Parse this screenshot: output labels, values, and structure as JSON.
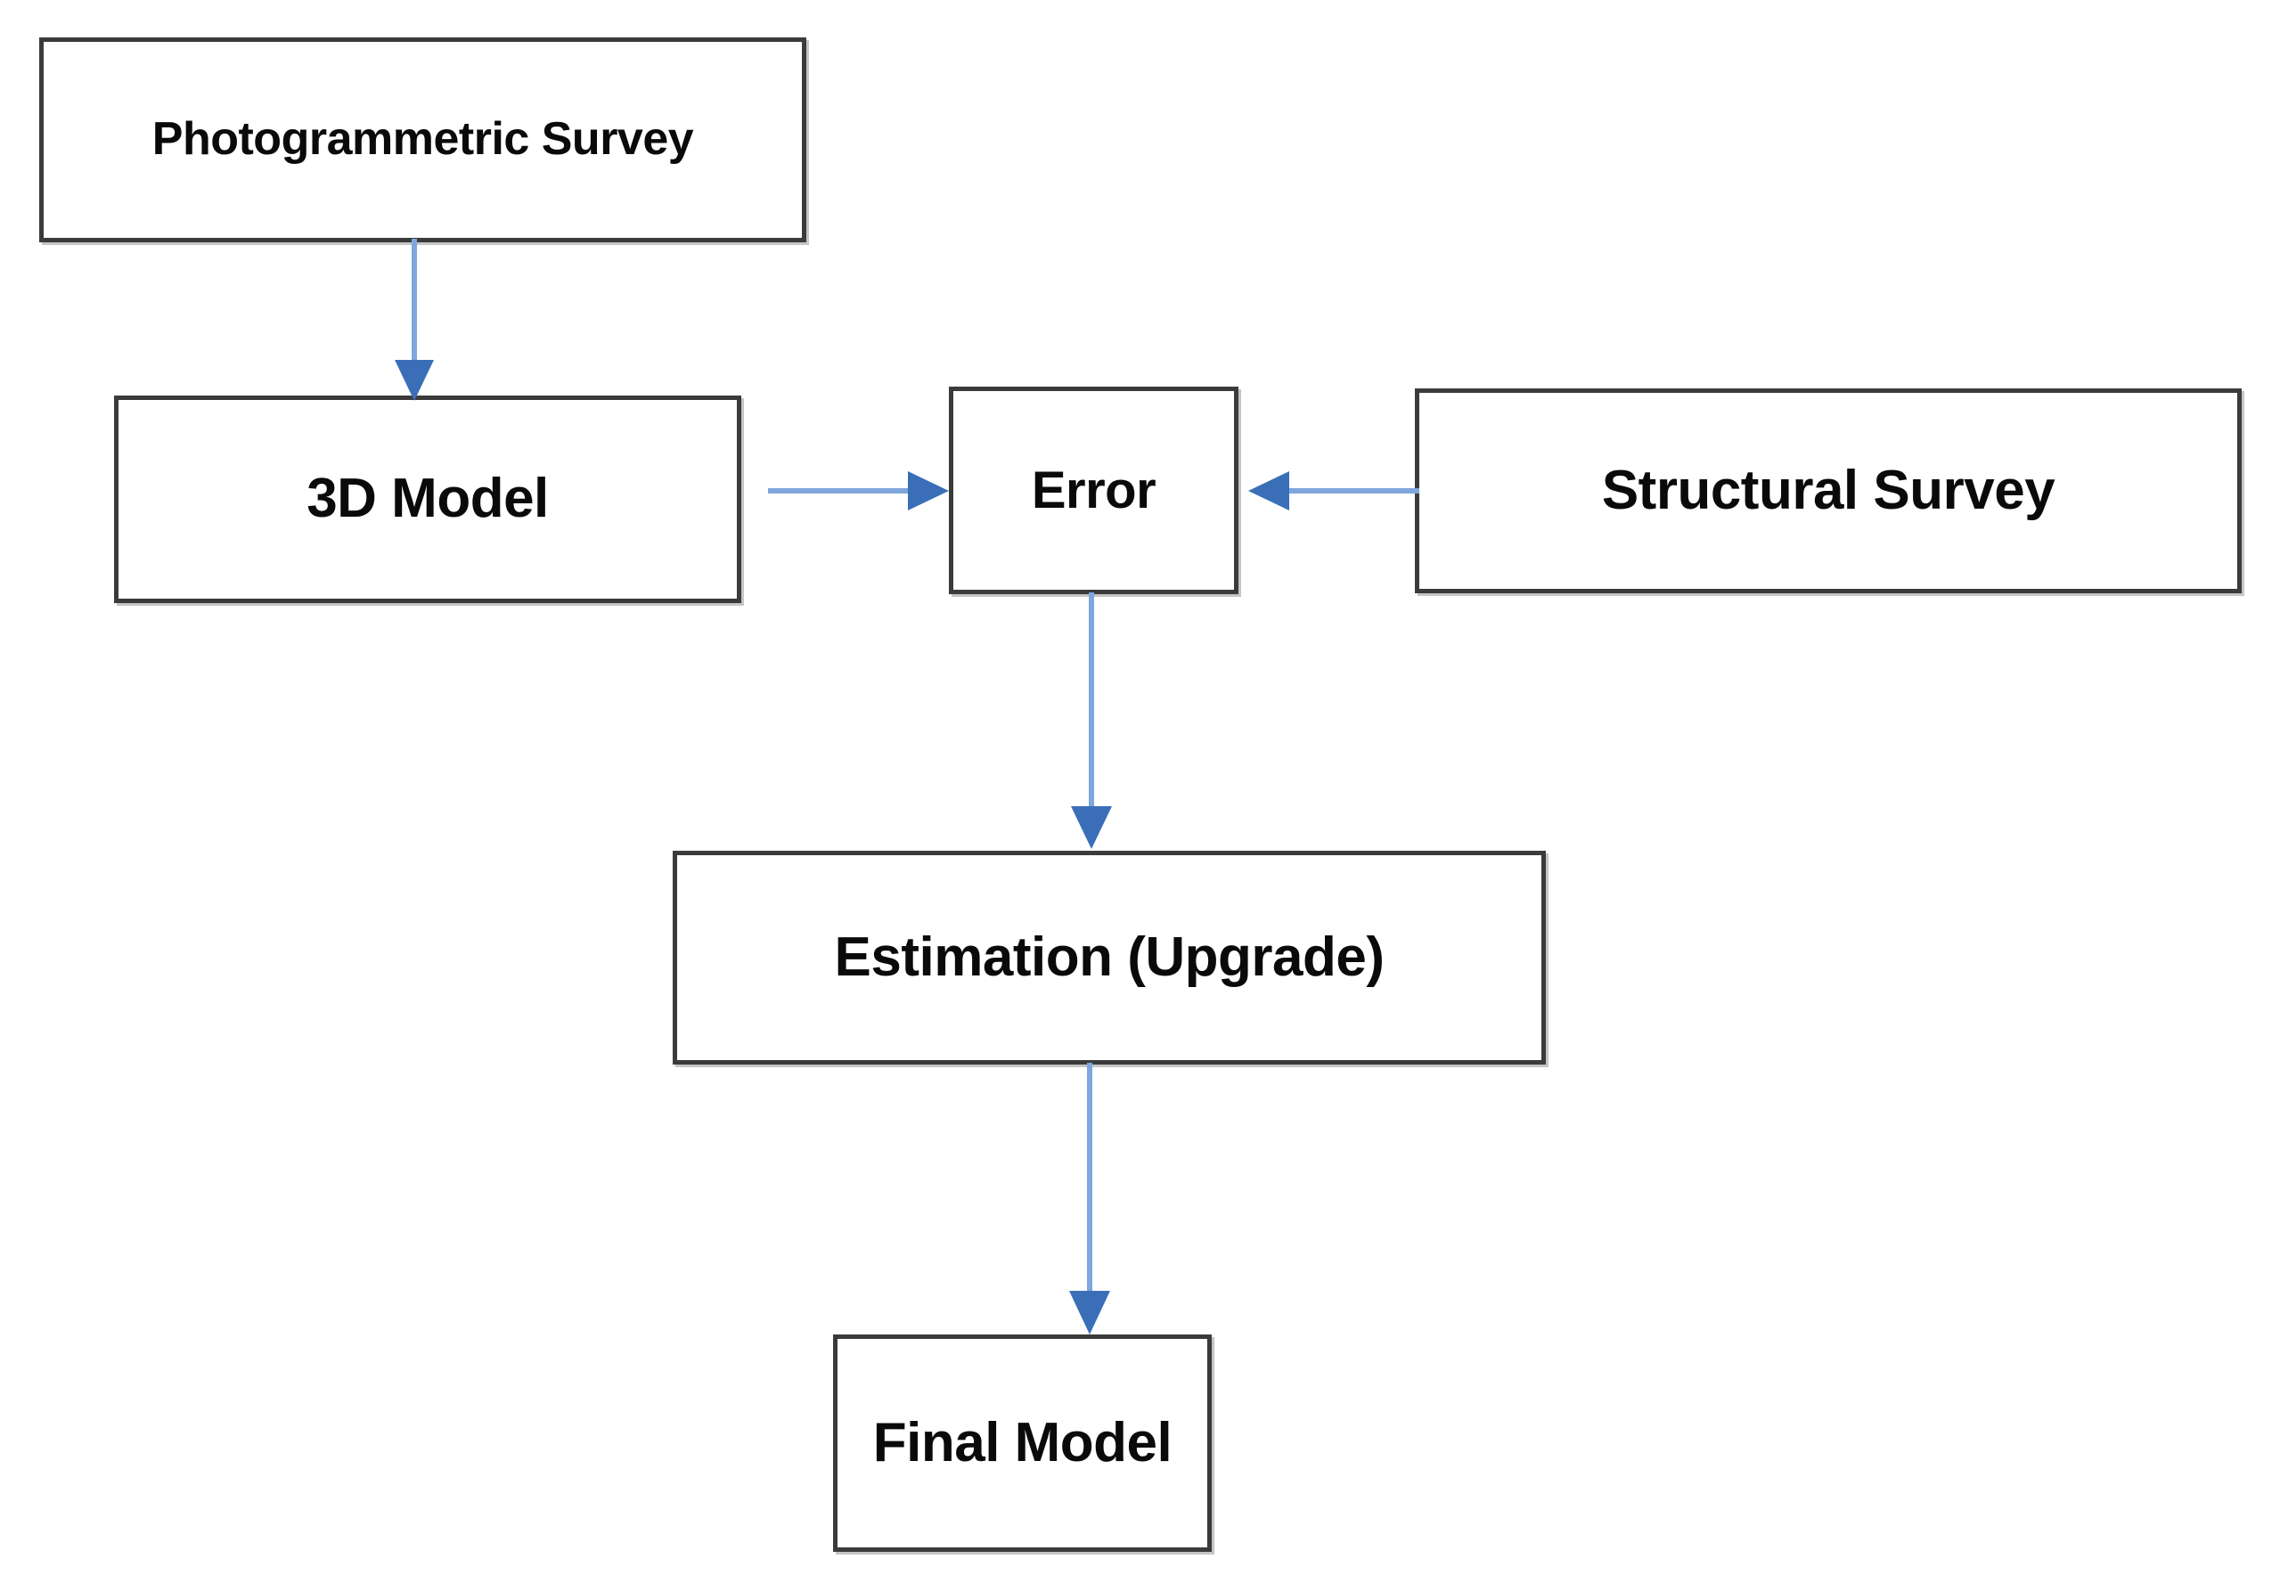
{
  "diagram": {
    "title": "Photogrammetric survey to final model workflow",
    "type": "flowchart",
    "background_color": "#ffffff",
    "node_border_color": "#3b3b3b",
    "node_fill_color": "#ffffff",
    "node_text_color": "#0a0a0a",
    "arrow_color": "#3a6fb8",
    "arrow_line_color": "#7fa6dd",
    "nodes": [
      {
        "id": "photogrammetric-survey",
        "label": "Photogrammetric Survey"
      },
      {
        "id": "3d-model",
        "label": "3D Model"
      },
      {
        "id": "error",
        "label": "Error"
      },
      {
        "id": "structural-survey",
        "label": "Structural Survey"
      },
      {
        "id": "estimation-upgrade",
        "label": "Estimation (Upgrade)"
      },
      {
        "id": "final-model",
        "label": "Final Model"
      }
    ],
    "edges": [
      {
        "id": "edge-photogrammetric-to-3d-model",
        "from": "photogrammetric-survey",
        "to": "3d-model",
        "direction": "down"
      },
      {
        "id": "edge-3d-model-to-error",
        "from": "3d-model",
        "to": "error",
        "direction": "right"
      },
      {
        "id": "edge-structural-survey-to-error",
        "from": "structural-survey",
        "to": "error",
        "direction": "left"
      },
      {
        "id": "edge-error-to-estimation",
        "from": "error",
        "to": "estimation-upgrade",
        "direction": "down"
      },
      {
        "id": "edge-estimation-to-final-model",
        "from": "estimation-upgrade",
        "to": "final-model",
        "direction": "down"
      }
    ]
  }
}
